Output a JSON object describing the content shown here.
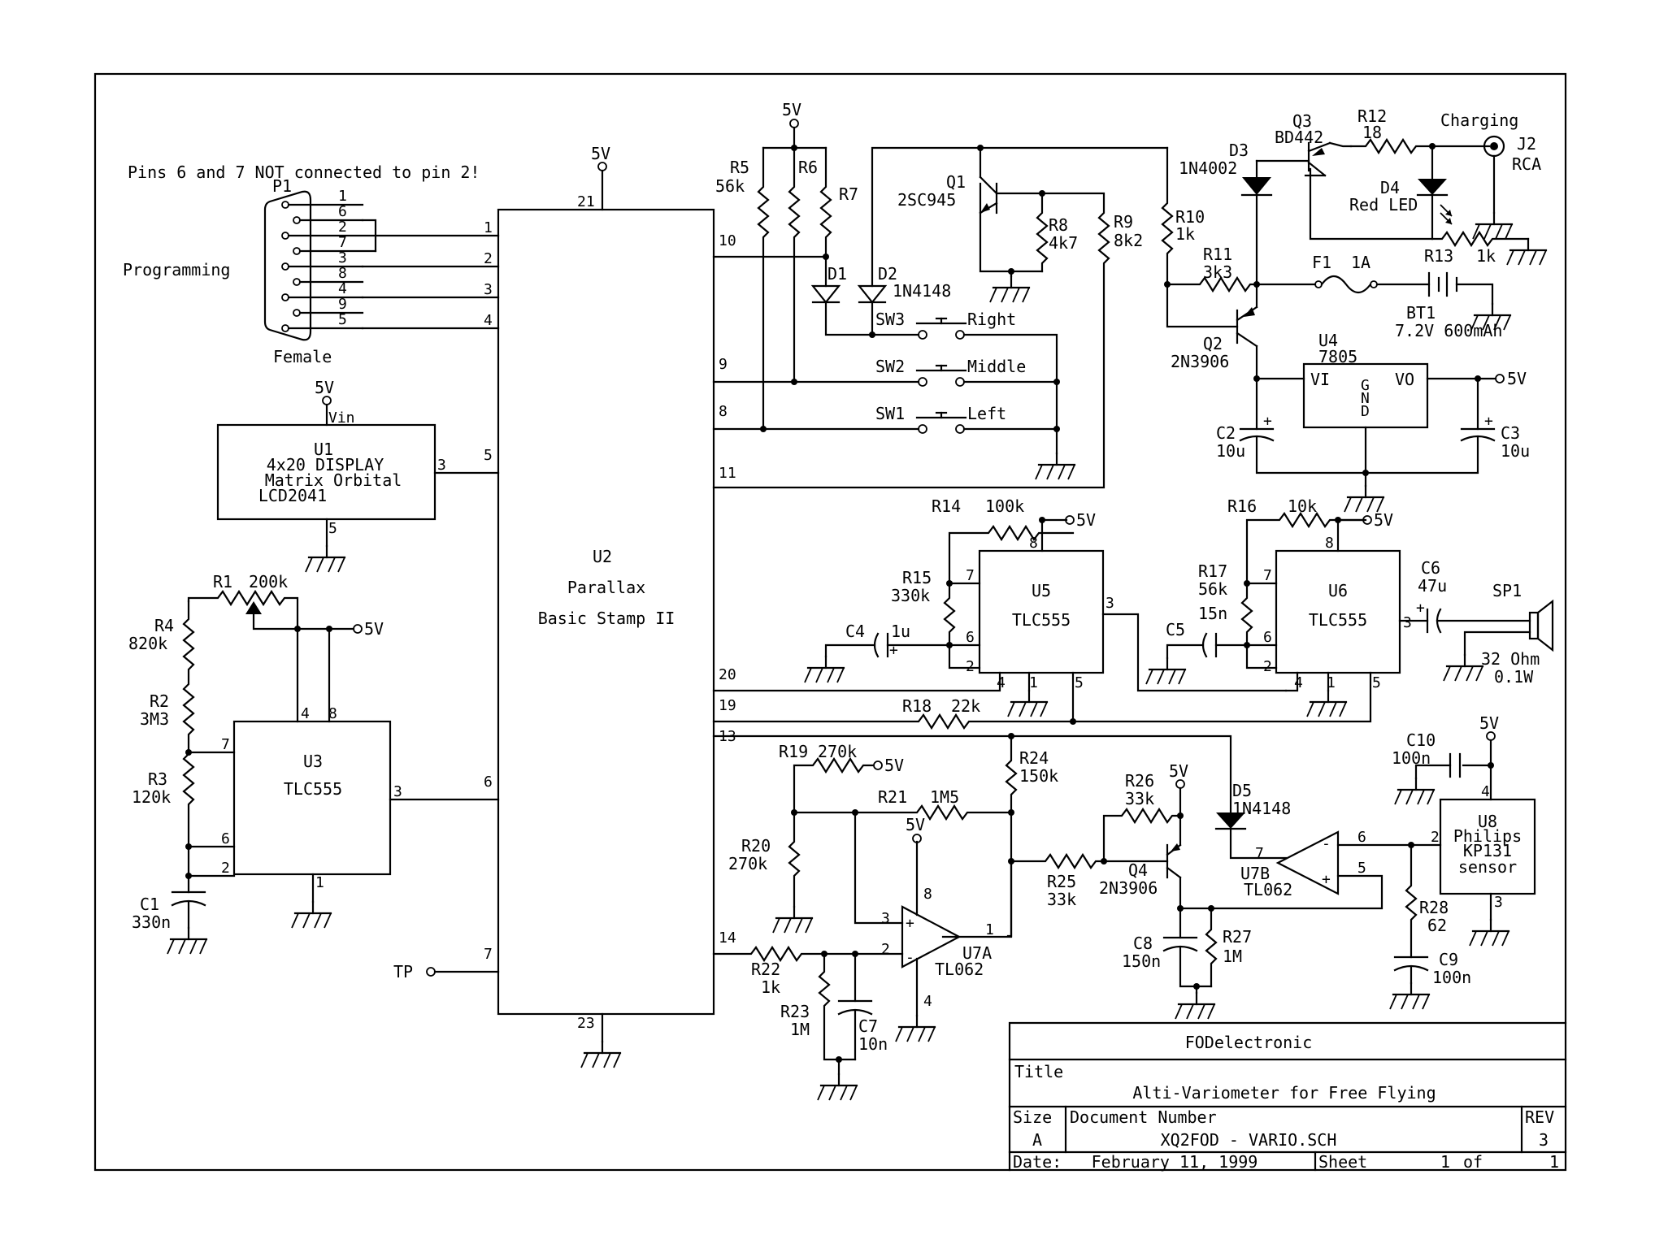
{
  "note": "Pins 6 and 7 NOT connected to pin 2!",
  "power_label": "5V",
  "connector_p1": {
    "ref": "P1",
    "name": "Programming",
    "gender": "Female",
    "pins": [
      "1",
      "6",
      "2",
      "7",
      "3",
      "8",
      "4",
      "9",
      "5"
    ]
  },
  "u2": {
    "ref": "U2",
    "line1": "Parallax",
    "line2": "Basic Stamp II",
    "pins": {
      "p21": "21",
      "p23": "23",
      "p1": "1",
      "p2": "2",
      "p3": "3",
      "p4": "4",
      "p5": "5",
      "p6": "6",
      "p7": "7",
      "p10": "10",
      "p9": "9",
      "p8": "8",
      "p11": "11",
      "p20": "20",
      "p19": "19",
      "p13": "13",
      "p14": "14"
    }
  },
  "u1": {
    "ref": "U1",
    "line1": "4x20 DISPLAY",
    "line2": "Matrix Orbital",
    "line3": "LCD2041",
    "vin": "Vin",
    "pin3": "3",
    "pin5": "5"
  },
  "u3": {
    "ref": "U3",
    "name": "TLC555",
    "pins": {
      "p4": "4",
      "p8": "8",
      "p7": "7",
      "p6": "6",
      "p2": "2",
      "p3": "3",
      "p1": "1"
    }
  },
  "u5": {
    "ref": "U5",
    "name": "TLC555",
    "pins": {
      "p8": "8",
      "p7": "7",
      "p6": "6",
      "p2": "2",
      "p3": "3",
      "p4": "4",
      "p1": "1",
      "p5": "5"
    }
  },
  "u6": {
    "ref": "U6",
    "name": "TLC555",
    "pins": {
      "p8": "8",
      "p7": "7",
      "p6": "6",
      "p2": "2",
      "p3": "3",
      "p4": "4",
      "p1": "1",
      "p5": "5"
    }
  },
  "u4": {
    "ref": "U4",
    "name": "7805",
    "vi": "VI",
    "vo": "VO",
    "g": "G",
    "n": "N",
    "d": "D"
  },
  "u7a": {
    "ref": "U7A",
    "name": "TL062",
    "p3": "3",
    "p2": "2",
    "p1": "1",
    "p8": "8",
    "p4": "4"
  },
  "u7b": {
    "ref": "U7B",
    "name": "TL062",
    "p5": "5",
    "p6": "6",
    "p7": "7"
  },
  "u8": {
    "ref": "U8",
    "line1": "Philips",
    "line2": "KP131",
    "line3": "sensor",
    "p2": "2",
    "p3": "3",
    "p4": "4"
  },
  "parts": {
    "r1": {
      "ref": "R1",
      "val": "200k"
    },
    "r2": {
      "ref": "R2",
      "val": "3M3"
    },
    "r3": {
      "ref": "R3",
      "val": "120k"
    },
    "r4": {
      "ref": "R4",
      "val": "820k"
    },
    "r5": {
      "ref": "R5",
      "val": "56k"
    },
    "r6": {
      "ref": "R6"
    },
    "r7": {
      "ref": "R7"
    },
    "r8": {
      "ref": "R8",
      "val": "4k7"
    },
    "r9": {
      "ref": "R9",
      "val": "8k2"
    },
    "r10": {
      "ref": "R10",
      "val": "1k"
    },
    "r11": {
      "ref": "R11",
      "val": "3k3"
    },
    "r12": {
      "ref": "R12",
      "val": "18"
    },
    "r13": {
      "ref": "R13",
      "val": "1k"
    },
    "r14": {
      "ref": "R14",
      "val": "100k"
    },
    "r15": {
      "ref": "R15",
      "val": "330k"
    },
    "r16": {
      "ref": "R16",
      "val": "10k"
    },
    "r17": {
      "ref": "R17",
      "val": "56k"
    },
    "r18": {
      "ref": "R18",
      "val": "22k"
    },
    "r19": {
      "ref": "R19",
      "val": "270k"
    },
    "r20": {
      "ref": "R20",
      "val": "270k"
    },
    "r21": {
      "ref": "R21",
      "val": "1M5"
    },
    "r22": {
      "ref": "R22",
      "val": "1k"
    },
    "r23": {
      "ref": "R23",
      "val": "1M"
    },
    "r24": {
      "ref": "R24",
      "val": "150k"
    },
    "r25": {
      "ref": "R25",
      "val": "33k"
    },
    "r26": {
      "ref": "R26",
      "val": "33k"
    },
    "r27": {
      "ref": "R27",
      "val": "1M"
    },
    "r28": {
      "ref": "R28",
      "val": "62"
    },
    "c1": {
      "ref": "C1",
      "val": "330n"
    },
    "c2": {
      "ref": "C2",
      "val": "10u"
    },
    "c3": {
      "ref": "C3",
      "val": "10u"
    },
    "c4": {
      "ref": "C4",
      "val": "1u"
    },
    "c5": {
      "ref": "C5",
      "val": "15n"
    },
    "c6": {
      "ref": "C6",
      "val": "47u"
    },
    "c7": {
      "ref": "C7",
      "val": "10n"
    },
    "c8": {
      "ref": "C8",
      "val": "150n"
    },
    "c9": {
      "ref": "C9",
      "val": "100n"
    },
    "c10": {
      "ref": "C10",
      "val": "100n"
    },
    "d1": {
      "ref": "D1"
    },
    "d2": {
      "ref": "D2",
      "val": "1N4148"
    },
    "d3": {
      "ref": "D3",
      "val": "1N4002"
    },
    "d4": {
      "ref": "D4",
      "val": "Red LED"
    },
    "d5": {
      "ref": "D5",
      "val": "1N4148"
    },
    "q1": {
      "ref": "Q1",
      "val": "2SC945"
    },
    "q2": {
      "ref": "Q2",
      "val": "2N3906"
    },
    "q3": {
      "ref": "Q3",
      "val": "BD442"
    },
    "q4": {
      "ref": "Q4",
      "val": "2N3906"
    },
    "sw1": {
      "ref": "SW1",
      "label": "Left"
    },
    "sw2": {
      "ref": "SW2",
      "label": "Middle"
    },
    "sw3": {
      "ref": "SW3",
      "label": "Right"
    },
    "f1": {
      "ref": "F1",
      "val": "1A"
    },
    "bt1": {
      "ref": "BT1",
      "val": "7.2V 600mAh"
    },
    "j2": {
      "ref": "J2",
      "val": "RCA",
      "label": "Charging"
    },
    "sp1": {
      "ref": "SP1",
      "val": "32 Ohm",
      "val2": "0.1W"
    },
    "tp": {
      "ref": "TP"
    }
  },
  "title_block": {
    "company": "FODelectronic",
    "title_label": "Title",
    "title": "Alti-Variometer for Free Flying",
    "size_label": "Size",
    "size": "A",
    "docnum_label": "Document Number",
    "docnum": "XQ2FOD - VARIO.SCH",
    "rev_label": "REV",
    "rev": "3",
    "date_label": "Date:",
    "date": "February 11, 1999",
    "sheet_label": "Sheet",
    "sheet": "1",
    "of_label": "of",
    "sheets": "1"
  }
}
